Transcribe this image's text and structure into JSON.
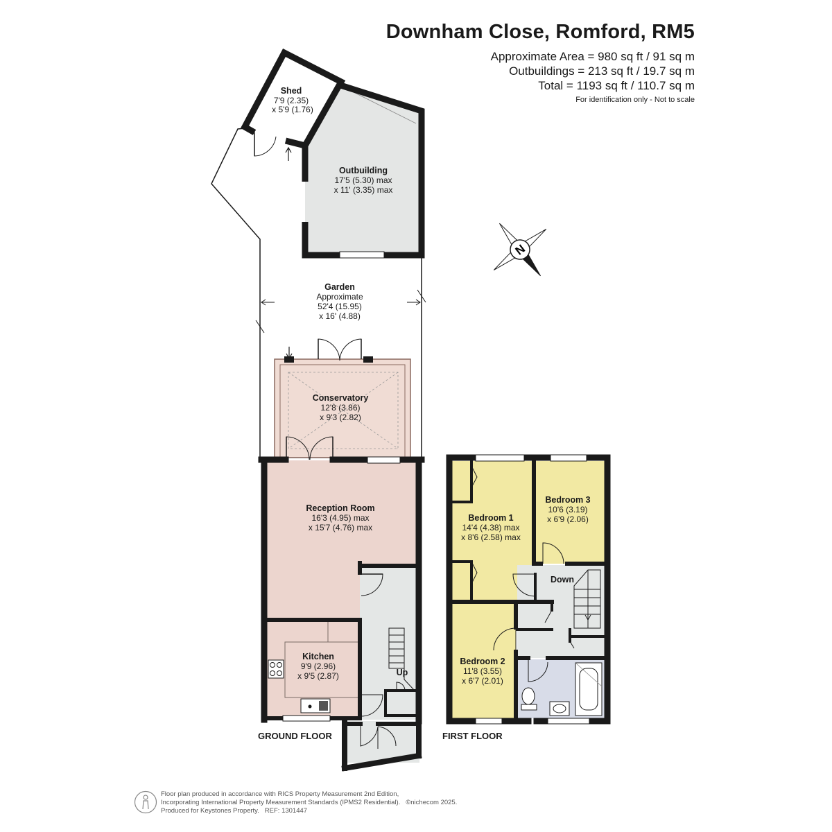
{
  "header": {
    "address": "Downham Close, Romford, RM5",
    "area_line_1": "Approximate Area = 980 sq ft / 91 sq m",
    "area_line_2": "Outbuildings = 213 sq ft / 19.7 sq m",
    "area_line_3": "Total = 1193 sq ft / 110.7 sq m",
    "disclaimer": "For identification only - Not to scale"
  },
  "rooms": {
    "shed": {
      "name": "Shed",
      "dim1": "7'9 (2.35)",
      "dim2": "x 5'9 (1.76)"
    },
    "outbuilding": {
      "name": "Outbuilding",
      "dim1": "17'5 (5.30) max",
      "dim2": "x 11' (3.35) max"
    },
    "garden": {
      "name": "Garden",
      "dim0": "Approximate",
      "dim1": "52'4 (15.95)",
      "dim2": "x 16' (4.88)"
    },
    "conservatory": {
      "name": "Conservatory",
      "dim1": "12'8 (3.86)",
      "dim2": "x 9'3 (2.82)"
    },
    "reception": {
      "name": "Reception Room",
      "dim1": "16'3 (4.95) max",
      "dim2": "x 15'7 (4.76) max"
    },
    "kitchen": {
      "name": "Kitchen",
      "dim1": "9'9 (2.96)",
      "dim2": "x 9'5 (2.87)"
    },
    "bedroom1": {
      "name": "Bedroom 1",
      "dim1": "14'4 (4.38) max",
      "dim2": "x 8'6 (2.58) max"
    },
    "bedroom2": {
      "name": "Bedroom 2",
      "dim1": "11'8 (3.55)",
      "dim2": "x 6'7 (2.01)"
    },
    "bedroom3": {
      "name": "Bedroom 3",
      "dim1": "10'6 (3.19)",
      "dim2": "x 6'9 (2.06)"
    }
  },
  "stairs": {
    "up": "Up",
    "down": "Down"
  },
  "floors": {
    "ground": "GROUND FLOOR",
    "first": "FIRST FLOOR"
  },
  "compass": {
    "letter": "N"
  },
  "colors": {
    "wall": "#1a1a1a",
    "reception": "#ecd5ce",
    "conservatory": "#f0dcd4",
    "bedroom": "#f2e9a3",
    "hall": "#e4e7e6",
    "bathroom": "#d8dce8",
    "outbuilding": "#e4e6e5"
  },
  "footer": {
    "line1": "Floor plan produced in accordance with RICS Property Measurement 2nd Edition,",
    "line2": "Incorporating International Property Measurement Standards (IPMS2 Residential).",
    "copyright": "©nichecom 2025.",
    "line3": "Produced for Keystones Property.",
    "ref": "REF: 1301447"
  }
}
